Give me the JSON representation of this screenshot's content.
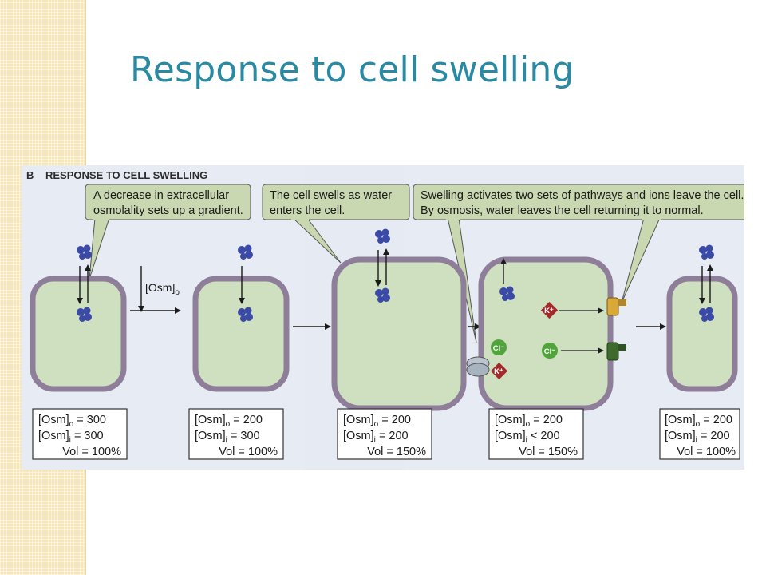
{
  "slide": {
    "title": "Response to cell swelling"
  },
  "figure": {
    "panel_letter": "B",
    "panel_title": "RESPONSE TO CELL SWELLING",
    "callouts": [
      {
        "lines": [
          "A decrease in extracellular",
          "osmolality sets up a gradient."
        ]
      },
      {
        "lines": [
          "The cell swells as water",
          "enters the cell."
        ]
      },
      {
        "lines": [
          "Swelling activates two sets of pathways and ions leave the cell.",
          "By osmosis, water leaves the cell returning it to normal."
        ]
      }
    ],
    "arrow_label": {
      "main": "[Osm]",
      "sub": "o"
    },
    "ions": {
      "chloride": "Cl⁻",
      "potassium": "K⁺"
    },
    "stages": [
      {
        "osm_o": "= 300",
        "osm_i": "= 300",
        "vol": "Vol = 100%"
      },
      {
        "osm_o": "= 200",
        "osm_i": "= 300",
        "vol": "Vol = 100%"
      },
      {
        "osm_o": "= 200",
        "osm_i": "= 200",
        "vol": "Vol = 150%"
      },
      {
        "osm_o": "= 200",
        "osm_i": "< 200",
        "vol": "Vol = 150%"
      },
      {
        "osm_o": "= 200",
        "osm_i": "= 200",
        "vol": "Vol = 100%"
      }
    ],
    "osm_labels": {
      "main": "[Osm]",
      "sub_o": "o",
      "sub_i": "i"
    },
    "colors": {
      "title": "#2b8aa3",
      "figure_bg": "#eaeef6",
      "cell_wall": "#8e7e9a",
      "cell_fill": "#cfe0c0",
      "callout_fill": "#c9d8b0",
      "molecule": "#3a4aa6",
      "ion_box": "#a32a2a",
      "chloride": "#4fa43a"
    }
  }
}
